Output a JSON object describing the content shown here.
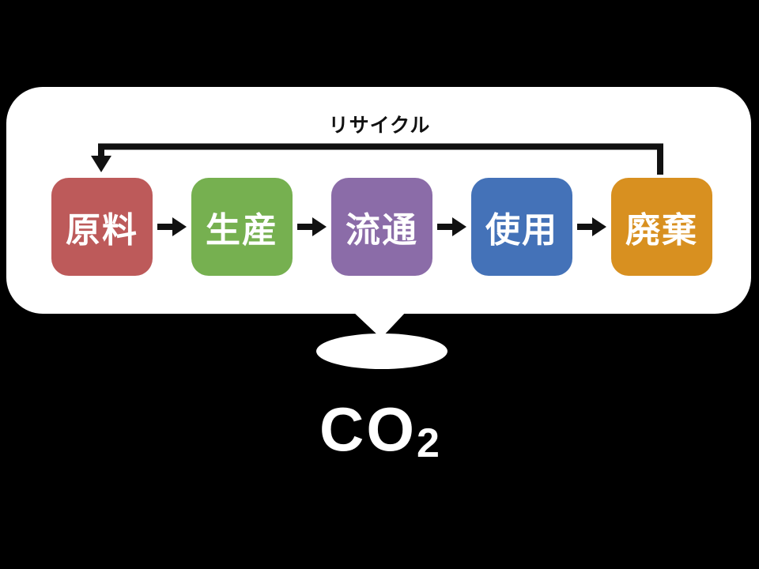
{
  "diagram": {
    "title_hidden": "",
    "background_color": "#000000",
    "bubble_color": "#ffffff",
    "arrow_color": "#111111"
  },
  "recycle": {
    "label": "リサイクル"
  },
  "stages": [
    {
      "label": "原料",
      "color": "#bd5a5a"
    },
    {
      "label": "生産",
      "color": "#76b050"
    },
    {
      "label": "流通",
      "color": "#8b6ca8"
    },
    {
      "label": "使用",
      "color": "#4472b8"
    },
    {
      "label": "廃棄",
      "color": "#d89020"
    }
  ],
  "emission": {
    "formula": "CO",
    "subscript": "2"
  },
  "icons": {
    "flow_arrow": "arrow-right",
    "recycle_arrow": "return-arrow-down"
  }
}
